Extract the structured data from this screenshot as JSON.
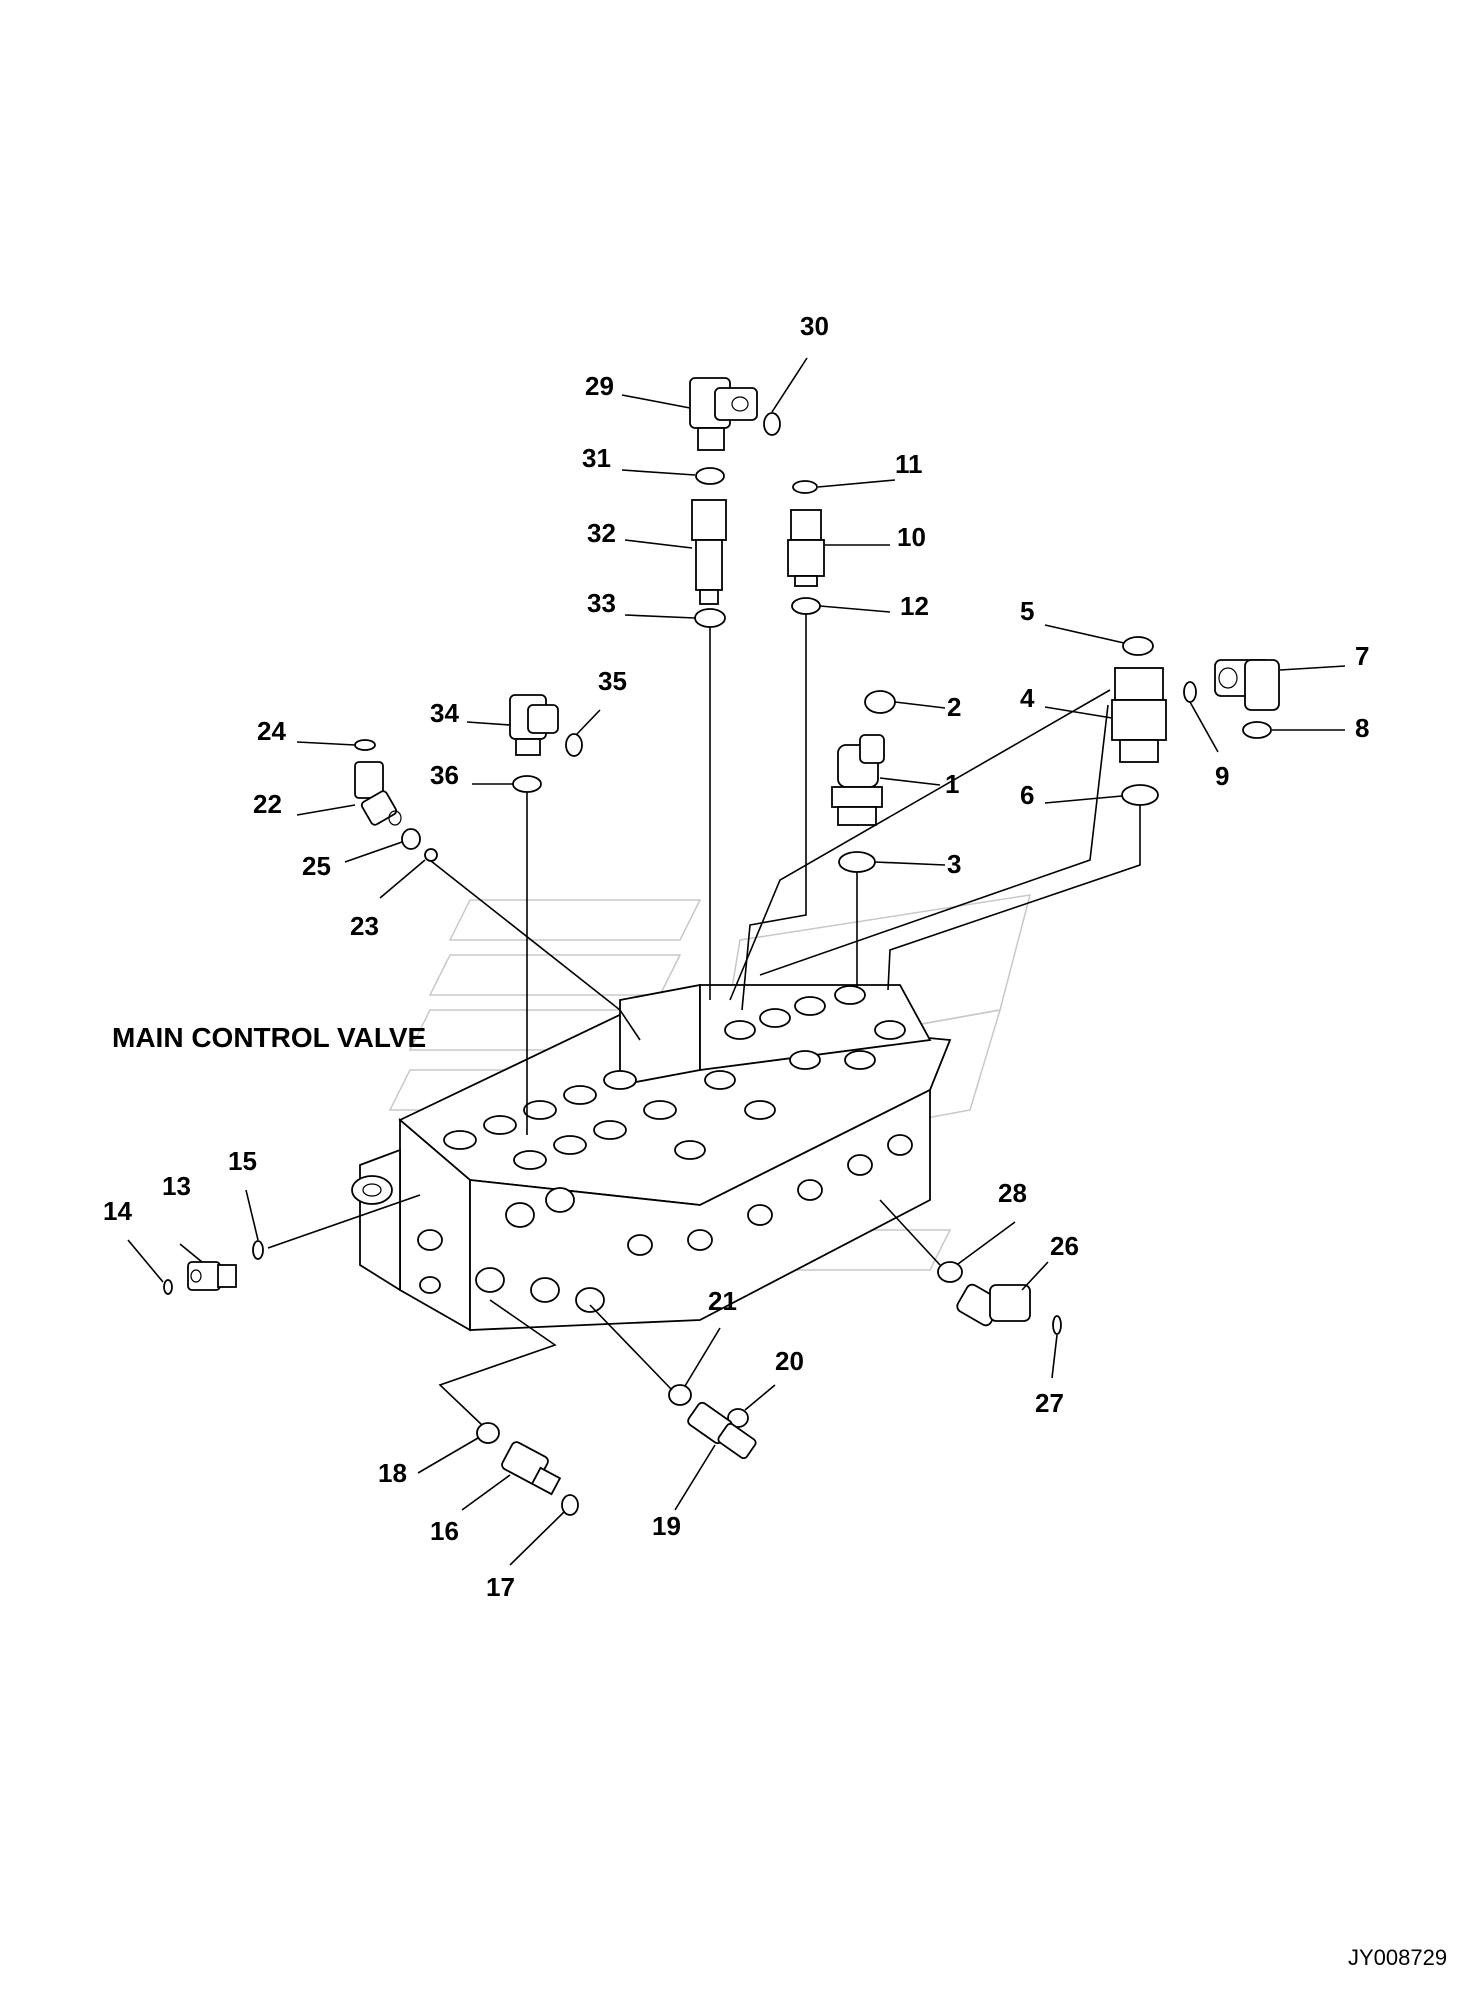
{
  "diagram": {
    "title": "MAIN CONTROL VALVE",
    "drawing_code": "JY008729",
    "callouts": [
      {
        "id": "c1",
        "label": "1"
      },
      {
        "id": "c2",
        "label": "2"
      },
      {
        "id": "c3",
        "label": "3"
      },
      {
        "id": "c4",
        "label": "4"
      },
      {
        "id": "c5",
        "label": "5"
      },
      {
        "id": "c6",
        "label": "6"
      },
      {
        "id": "c7",
        "label": "7"
      },
      {
        "id": "c8",
        "label": "8"
      },
      {
        "id": "c9",
        "label": "9"
      },
      {
        "id": "c10",
        "label": "10"
      },
      {
        "id": "c11",
        "label": "11"
      },
      {
        "id": "c12",
        "label": "12"
      },
      {
        "id": "c13",
        "label": "13"
      },
      {
        "id": "c14",
        "label": "14"
      },
      {
        "id": "c15",
        "label": "15"
      },
      {
        "id": "c16",
        "label": "16"
      },
      {
        "id": "c17",
        "label": "17"
      },
      {
        "id": "c18",
        "label": "18"
      },
      {
        "id": "c19",
        "label": "19"
      },
      {
        "id": "c20",
        "label": "20"
      },
      {
        "id": "c21",
        "label": "21"
      },
      {
        "id": "c22",
        "label": "22"
      },
      {
        "id": "c23",
        "label": "23"
      },
      {
        "id": "c24",
        "label": "24"
      },
      {
        "id": "c25",
        "label": "25"
      },
      {
        "id": "c26",
        "label": "26"
      },
      {
        "id": "c27",
        "label": "27"
      },
      {
        "id": "c28",
        "label": "28"
      },
      {
        "id": "c29",
        "label": "29"
      },
      {
        "id": "c30",
        "label": "30"
      },
      {
        "id": "c31",
        "label": "31"
      },
      {
        "id": "c32",
        "label": "32"
      },
      {
        "id": "c33",
        "label": "33"
      },
      {
        "id": "c34",
        "label": "34"
      },
      {
        "id": "c35",
        "label": "35"
      },
      {
        "id": "c36",
        "label": "36"
      }
    ]
  }
}
